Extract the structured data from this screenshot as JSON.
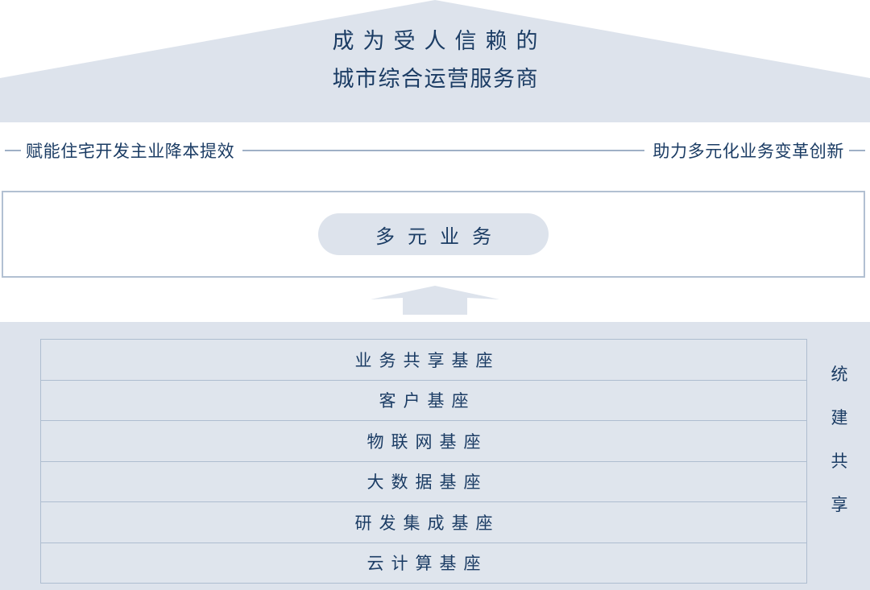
{
  "roof": {
    "title_line1": "成为受人信赖的",
    "title_line2": "城市综合运营服务商",
    "fill_color": "#dde3ec"
  },
  "tagline": {
    "left_text": "赋能住宅开发主业降本提效",
    "right_text": "助力多元化业务变革创新",
    "rule_color": "#9fb0c6"
  },
  "middle": {
    "pill_label": "多元业务",
    "box_border_color": "#b2c0d2",
    "pill_fill_color": "#dde3ec"
  },
  "arrow": {
    "name": "up-arrow",
    "fill_color": "#dde3ec"
  },
  "base": {
    "rows": [
      {
        "label": "业务共享基座"
      },
      {
        "label": "客户基座"
      },
      {
        "label": "物联网基座"
      },
      {
        "label": "大数据基座"
      },
      {
        "label": "研发集成基座"
      },
      {
        "label": "云计算基座"
      }
    ],
    "side_label_chars": [
      "统",
      "建",
      "共",
      "享"
    ],
    "panel_fill_color": "#dde3ec",
    "row_border_color": "#aebdd0",
    "text_color": "#1b3c64"
  }
}
